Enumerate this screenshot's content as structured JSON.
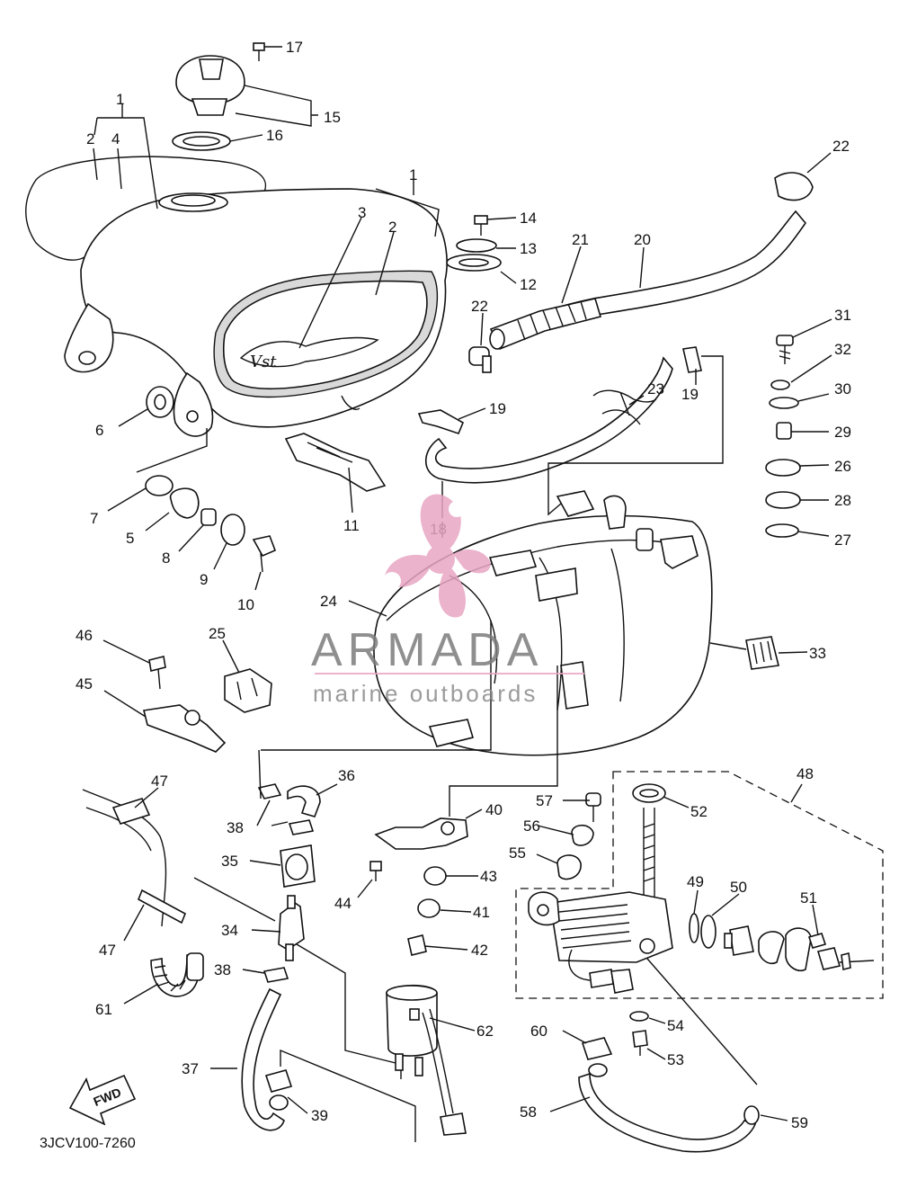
{
  "diagram_code": "3JCV100-7260",
  "fwd_label": "FWD",
  "watermark": {
    "title": "ARMADA",
    "subtitle": "marine outboards",
    "colors": {
      "logo": "#e8a6c4",
      "title": "#7c7c7c",
      "rule": "#e8a6c4"
    }
  },
  "callouts": [
    "1",
    "2",
    "3",
    "4",
    "5",
    "6",
    "7",
    "8",
    "9",
    "10",
    "11",
    "12",
    "13",
    "14",
    "15",
    "16",
    "17",
    "18",
    "19",
    "20",
    "21",
    "22",
    "23",
    "24",
    "25",
    "26",
    "27",
    "28",
    "29",
    "30",
    "31",
    "32",
    "33",
    "34",
    "35",
    "36",
    "37",
    "38",
    "39",
    "40",
    "41",
    "42",
    "43",
    "44",
    "45",
    "46",
    "47",
    "48",
    "49",
    "50",
    "51",
    "52",
    "53",
    "54",
    "55",
    "56",
    "57",
    "58",
    "59",
    "60",
    "61",
    "62"
  ],
  "callout_numbers": [
    {
      "id": "n17",
      "text": "17"
    },
    {
      "id": "n15",
      "text": "15"
    },
    {
      "id": "n16",
      "text": "16"
    },
    {
      "id": "n1a",
      "text": "1"
    },
    {
      "id": "n2a",
      "text": "2"
    },
    {
      "id": "n4",
      "text": "4"
    },
    {
      "id": "n1b",
      "text": "1"
    },
    {
      "id": "n3",
      "text": "3"
    },
    {
      "id": "n2b",
      "text": "2"
    },
    {
      "id": "n14",
      "text": "14"
    },
    {
      "id": "n13",
      "text": "13"
    },
    {
      "id": "n12",
      "text": "12"
    },
    {
      "id": "n21",
      "text": "21"
    },
    {
      "id": "n20",
      "text": "20"
    },
    {
      "id": "n22a",
      "text": "22"
    },
    {
      "id": "n22b",
      "text": "22"
    },
    {
      "id": "n31",
      "text": "31"
    },
    {
      "id": "n32",
      "text": "32"
    },
    {
      "id": "n30",
      "text": "30"
    },
    {
      "id": "n29",
      "text": "29"
    },
    {
      "id": "n26",
      "text": "26"
    },
    {
      "id": "n28",
      "text": "28"
    },
    {
      "id": "n27",
      "text": "27"
    },
    {
      "id": "n23",
      "text": "23"
    },
    {
      "id": "n19a",
      "text": "19"
    },
    {
      "id": "n19b",
      "text": "19"
    },
    {
      "id": "n6",
      "text": "6"
    },
    {
      "id": "n7",
      "text": "7"
    },
    {
      "id": "n5",
      "text": "5"
    },
    {
      "id": "n8",
      "text": "8"
    },
    {
      "id": "n9",
      "text": "9"
    },
    {
      "id": "n10",
      "text": "10"
    },
    {
      "id": "n11",
      "text": "11"
    },
    {
      "id": "n18",
      "text": "18"
    },
    {
      "id": "n24",
      "text": "24"
    },
    {
      "id": "n33",
      "text": "33"
    },
    {
      "id": "n46",
      "text": "46"
    },
    {
      "id": "n25",
      "text": "25"
    },
    {
      "id": "n45",
      "text": "45"
    },
    {
      "id": "n47a",
      "text": "47"
    },
    {
      "id": "n36",
      "text": "36"
    },
    {
      "id": "n38a",
      "text": "38"
    },
    {
      "id": "n35",
      "text": "35"
    },
    {
      "id": "n40",
      "text": "40"
    },
    {
      "id": "n57",
      "text": "57"
    },
    {
      "id": "n56",
      "text": "56"
    },
    {
      "id": "n55",
      "text": "55"
    },
    {
      "id": "n52",
      "text": "52"
    },
    {
      "id": "n48",
      "text": "48"
    },
    {
      "id": "n43",
      "text": "43"
    },
    {
      "id": "n44",
      "text": "44"
    },
    {
      "id": "n41",
      "text": "41"
    },
    {
      "id": "n42",
      "text": "42"
    },
    {
      "id": "n49",
      "text": "49"
    },
    {
      "id": "n50",
      "text": "50"
    },
    {
      "id": "n51",
      "text": "51"
    },
    {
      "id": "n47b",
      "text": "47"
    },
    {
      "id": "n34",
      "text": "34"
    },
    {
      "id": "n38b",
      "text": "38"
    },
    {
      "id": "n61",
      "text": "61"
    },
    {
      "id": "n62",
      "text": "62"
    },
    {
      "id": "n54",
      "text": "54"
    },
    {
      "id": "n60",
      "text": "60"
    },
    {
      "id": "n53",
      "text": "53"
    },
    {
      "id": "n37",
      "text": "37"
    },
    {
      "id": "n39",
      "text": "39"
    },
    {
      "id": "n58",
      "text": "58"
    },
    {
      "id": "n59",
      "text": "59"
    }
  ]
}
